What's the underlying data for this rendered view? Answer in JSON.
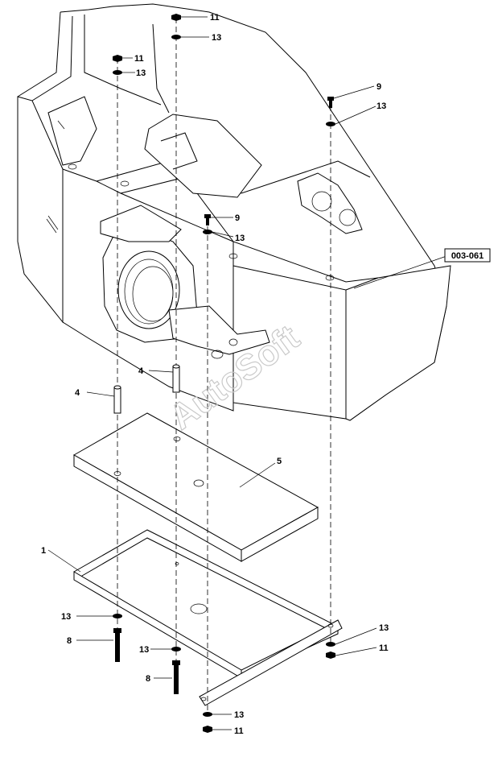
{
  "drawing_ref": "003-061",
  "watermark": "AutoSoft",
  "callouts": [
    {
      "id": "c11a",
      "text": "11"
    },
    {
      "id": "c13a",
      "text": "13"
    },
    {
      "id": "c11b",
      "text": "11"
    },
    {
      "id": "c13b",
      "text": "13"
    },
    {
      "id": "c9a",
      "text": "9"
    },
    {
      "id": "c13c",
      "text": "13"
    },
    {
      "id": "c9b",
      "text": "9"
    },
    {
      "id": "c13d",
      "text": "13"
    },
    {
      "id": "c4a",
      "text": "4"
    },
    {
      "id": "c4b",
      "text": "4"
    },
    {
      "id": "c5",
      "text": "5"
    },
    {
      "id": "c1",
      "text": "1"
    },
    {
      "id": "c13e",
      "text": "13"
    },
    {
      "id": "c8a",
      "text": "8"
    },
    {
      "id": "c13f",
      "text": "13"
    },
    {
      "id": "c8b",
      "text": "8"
    },
    {
      "id": "c13g",
      "text": "13"
    },
    {
      "id": "c11c",
      "text": "11"
    },
    {
      "id": "c13h",
      "text": "13"
    },
    {
      "id": "c11d",
      "text": "11"
    }
  ]
}
